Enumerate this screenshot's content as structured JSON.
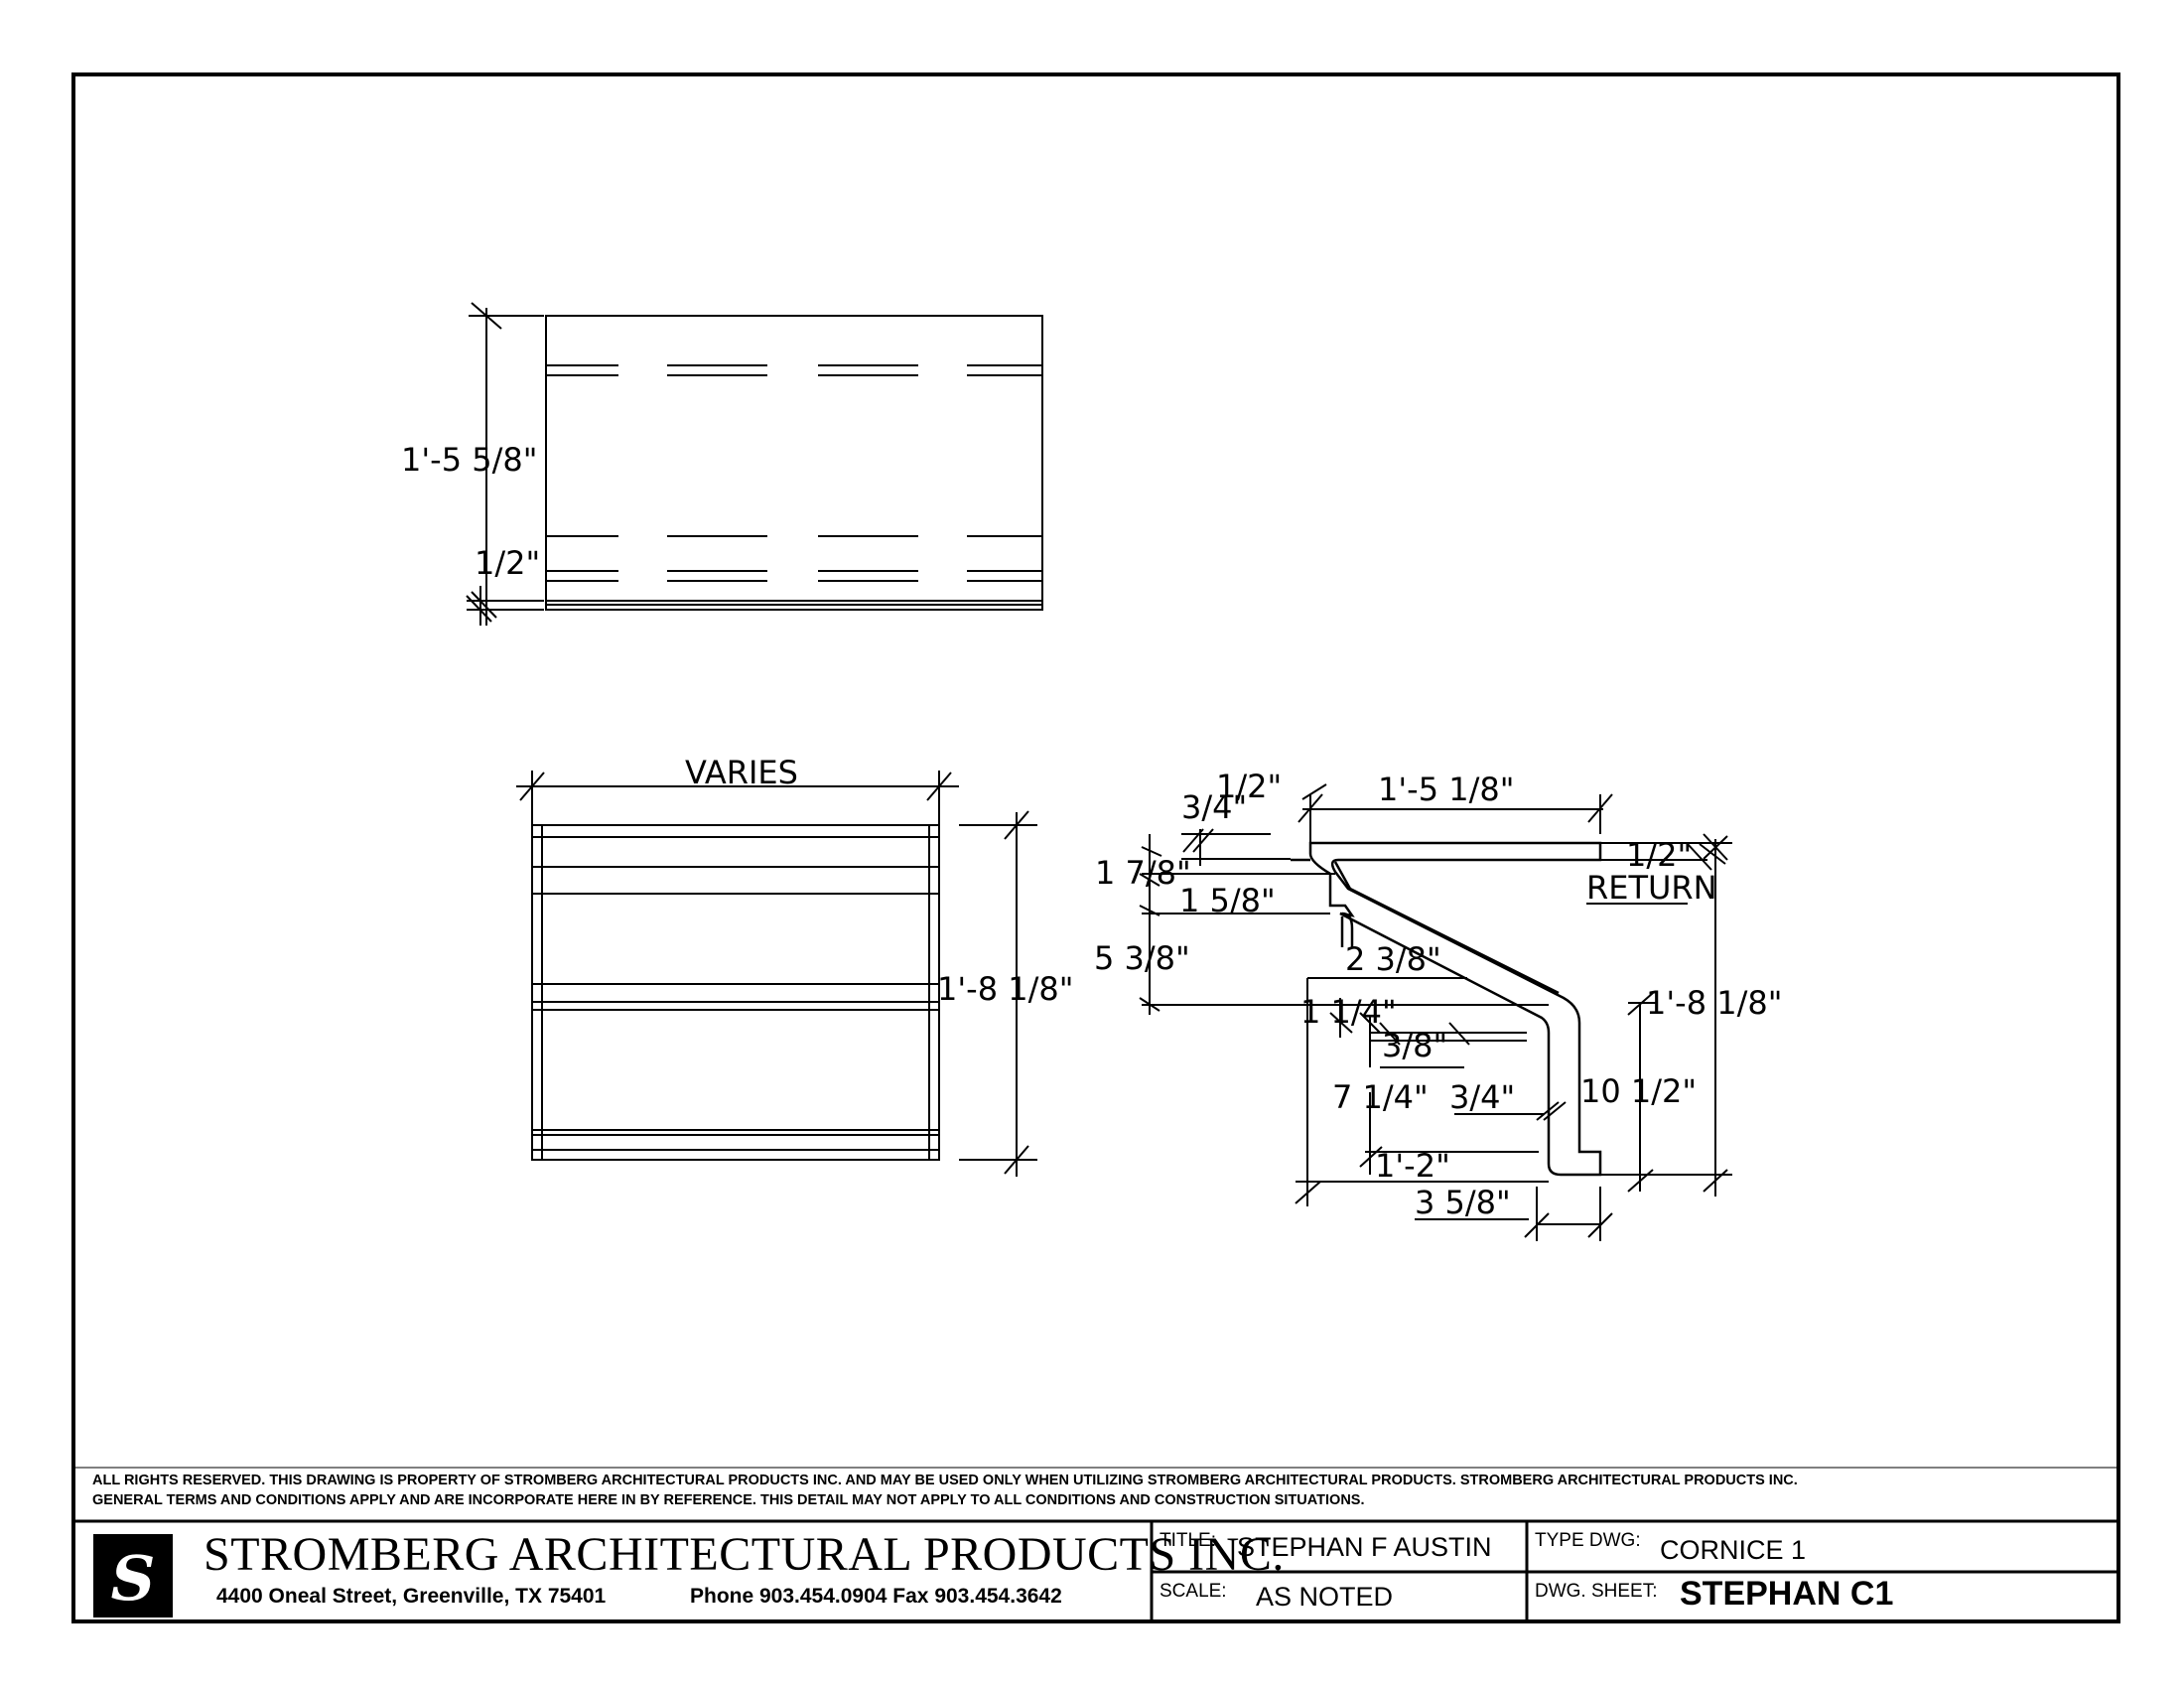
{
  "views": {
    "top": {
      "height_dim": "1'-5 5/8\"",
      "lip_dim": "1/2\""
    },
    "front": {
      "width_dim": "VARIES",
      "height_dim": "1'-8 1/8\""
    },
    "section": {
      "dims": {
        "top_gap": "1/2\"",
        "top_width": "1'-5 1/8\"",
        "left_lip": "3/4\"",
        "return_thk": "1/2\"",
        "return_label": "RETURN",
        "flange_height": "1 7/8\"",
        "bead_height": "1 5/8\"",
        "upper_height": "5 3/8\"",
        "offset": "2 3/8\"",
        "step": "1 1/4\"",
        "step_small": "3/8\"",
        "overall_height": "1'-8 1/8\"",
        "lower_height": "7 1/4\"",
        "lower_thk": "3/4\"",
        "fascia_height": "10 1/2\"",
        "depth": "1'-2\"",
        "foot": "3 5/8\""
      }
    }
  },
  "disclaimer": {
    "line1": "ALL RIGHTS RESERVED. THIS DRAWING IS PROPERTY OF STROMBERG ARCHITECTURAL PRODUCTS INC. AND MAY BE USED ONLY WHEN UTILIZING STROMBERG ARCHITECTURAL PRODUCTS.  STROMBERG ARCHITECTURAL PRODUCTS INC.",
    "line2": "GENERAL TERMS AND CONDITIONS APPLY AND ARE INCORPORATE HERE IN BY REFERENCE.  THIS DETAIL MAY NOT APPLY TO ALL CONDITIONS AND CONSTRUCTION SITUATIONS."
  },
  "title_block": {
    "logo_text": "S",
    "company": "STROMBERG ARCHITECTURAL PRODUCTS INC.",
    "address": "4400 Oneal Street, Greenville, TX  75401",
    "phone_fax": "Phone 903.454.0904   Fax 903.454.3642",
    "title_label": "TITLE:",
    "title_value": "STEPHAN F AUSTIN",
    "scale_label": "SCALE:",
    "scale_value": "AS NOTED",
    "type_label": "TYPE DWG:",
    "type_value": "CORNICE 1",
    "sheet_label": "DWG. SHEET:",
    "sheet_value": "STEPHAN C1"
  }
}
